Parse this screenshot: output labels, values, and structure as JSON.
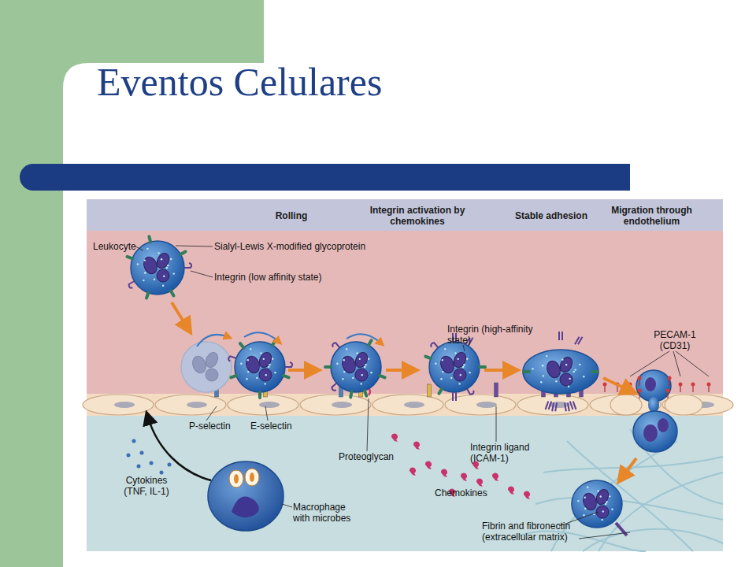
{
  "diagram": {
    "title": "Eventos Celulares",
    "labels": [
      "Rolling",
      "Integrin activation by chemokines",
      "Stable adhesion",
      "Migration through endothelium",
      "Leukocyte",
      "Sialyl-Lewis X-modified glycoprotein",
      "Integrin (low affinity state)",
      "Integrin (high-affinity state)",
      "PECAM-1 (CD31)",
      "P-selectin",
      "E-selectin",
      "Proteoglycan",
      "Integrin ligand (ICAM-1)",
      "Chemokines",
      "Cytokines (TNF, IL-1)",
      "Macrophage with microbes",
      "Fibrin and fibronectin (extracellular matrix)"
    ]
  }
}
